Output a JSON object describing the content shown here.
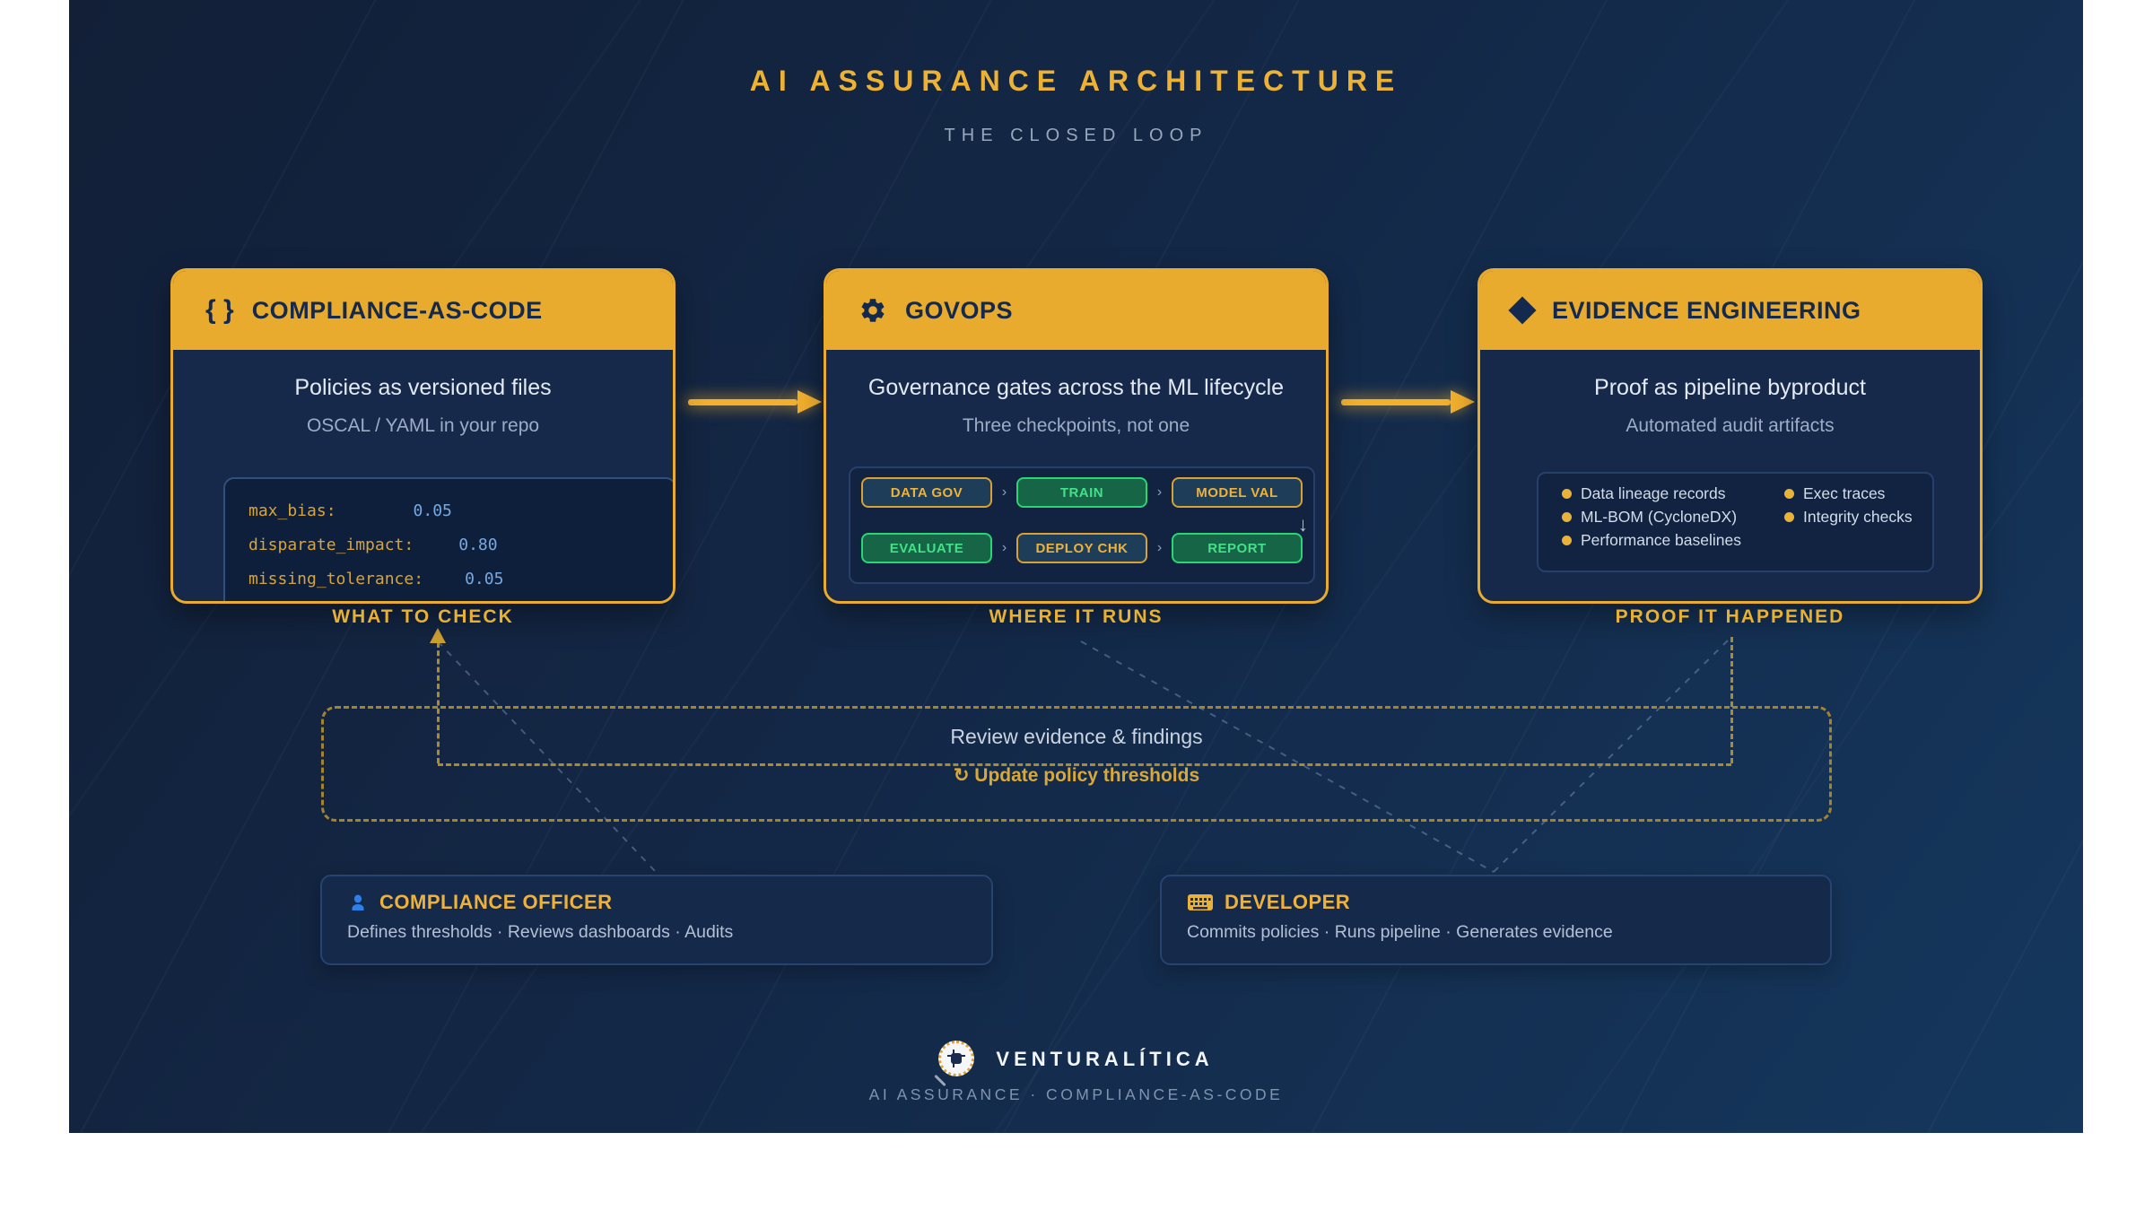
{
  "title": "AI ASSURANCE ARCHITECTURE",
  "subtitle": "THE CLOSED LOOP",
  "colors": {
    "accent_gold": "#E9AB2D",
    "chip_green": "#2BD574",
    "officer_blue": "#2F7FE8",
    "header_text_navy": "#14294E",
    "canvas_navy": "#132847"
  },
  "cards": {
    "compliance": {
      "icon": "{ }",
      "title": "COMPLIANCE-AS-CODE",
      "heading": "Policies as versioned files",
      "subheading": "OSCAL / YAML in your repo",
      "code": [
        {
          "key": "max_bias:",
          "value": "0.05"
        },
        {
          "key": "disparate_impact:",
          "value": "0.80"
        },
        {
          "key": "missing_tolerance:",
          "value": "0.05"
        }
      ],
      "label": "WHAT TO CHECK"
    },
    "govops": {
      "title": "GOVOPS",
      "heading": "Governance gates across the ML lifecycle",
      "subheading": "Three checkpoints, not one",
      "separator": "›",
      "wrap_arrow": "↓",
      "pipeline_row1": [
        {
          "label": "DATA GOV",
          "type": "gate"
        },
        {
          "label": "TRAIN",
          "type": "stage"
        },
        {
          "label": "MODEL VAL",
          "type": "gate"
        }
      ],
      "pipeline_row2": [
        {
          "label": "EVALUATE",
          "type": "stage"
        },
        {
          "label": "DEPLOY CHK",
          "type": "gate"
        },
        {
          "label": "REPORT",
          "type": "stage"
        }
      ],
      "label": "WHERE IT RUNS"
    },
    "evidence": {
      "title": "EVIDENCE ENGINEERING",
      "heading": "Proof as pipeline byproduct",
      "subheading": "Automated audit artifacts",
      "items": [
        "Data lineage records",
        "Exec traces",
        "ML-BOM (CycloneDX)",
        "Integrity checks",
        "Performance baselines"
      ],
      "label": "PROOF IT HAPPENED"
    }
  },
  "loop": {
    "review": "Review evidence & findings",
    "update": "↻ Update policy thresholds"
  },
  "roles": {
    "officer": {
      "name": "COMPLIANCE OFFICER",
      "tasks": "Defines thresholds · Reviews dashboards · Audits"
    },
    "developer": {
      "name": "DEVELOPER",
      "tasks": "Commits policies · Runs pipeline · Generates evidence"
    }
  },
  "footer": {
    "brand": "VENTURALÍTICA",
    "tagline": "AI ASSURANCE · COMPLIANCE-AS-CODE"
  }
}
